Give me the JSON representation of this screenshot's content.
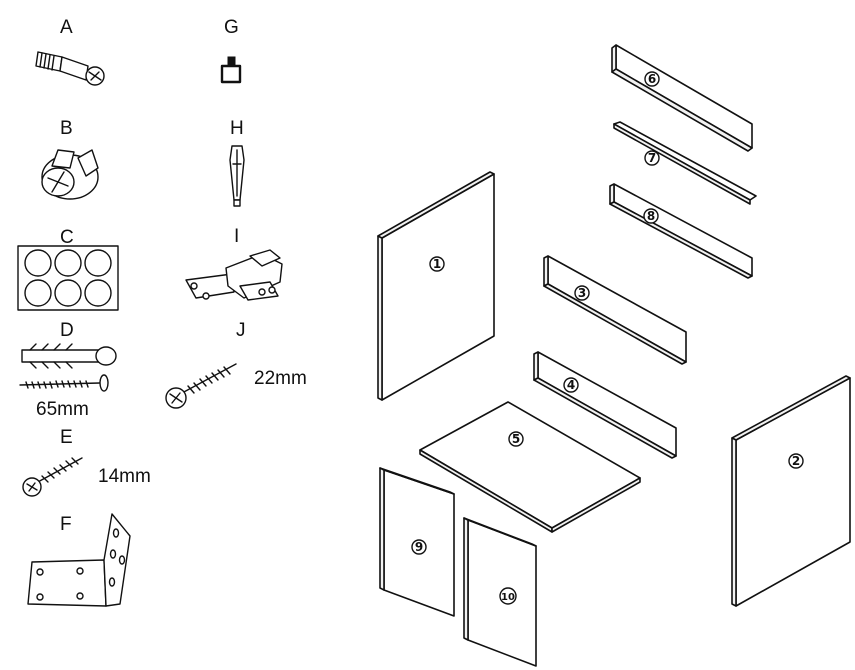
{
  "hardware": [
    {
      "letter": "A",
      "name": "cam-bolt"
    },
    {
      "letter": "B",
      "name": "cam-lock"
    },
    {
      "letter": "C",
      "name": "cover-caps"
    },
    {
      "letter": "D",
      "name": "wall-plug-and-screw",
      "size": "65mm"
    },
    {
      "letter": "E",
      "name": "screw",
      "size": "14mm"
    },
    {
      "letter": "F",
      "name": "angle-bracket"
    },
    {
      "letter": "G",
      "name": "shelf-support"
    },
    {
      "letter": "H",
      "name": "dowel"
    },
    {
      "letter": "I",
      "name": "hinge"
    },
    {
      "letter": "J",
      "name": "screw",
      "size": "22mm"
    }
  ],
  "panels": [
    {
      "number": "1"
    },
    {
      "number": "2"
    },
    {
      "number": "3"
    },
    {
      "number": "4"
    },
    {
      "number": "5"
    },
    {
      "number": "6"
    },
    {
      "number": "7"
    },
    {
      "number": "8"
    },
    {
      "number": "9"
    },
    {
      "number": "10"
    }
  ]
}
